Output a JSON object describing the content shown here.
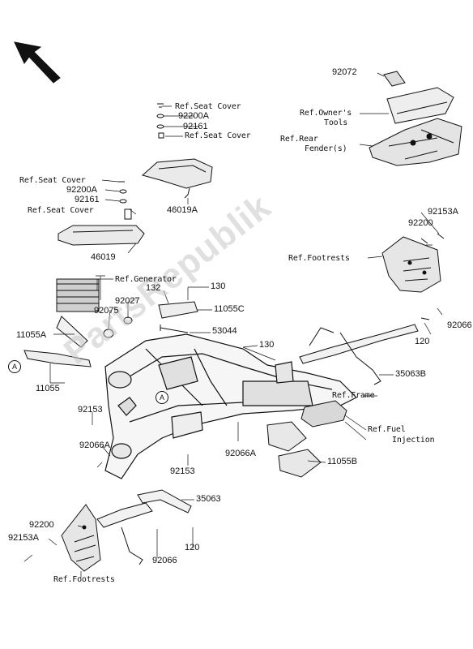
{
  "watermark": "PartsRepublik",
  "callouts": {
    "p92072": "92072",
    "ref_owners_tools": "Ref.Owner's",
    "ref_owners_tools_2": "Tools",
    "ref_rear_fender": "Ref.Rear",
    "ref_rear_fender_2": "Fender(s)",
    "ref_seat_cover_1": "Ref.Seat Cover",
    "p92200A_top": "92200A",
    "p92161_top": "92161",
    "ref_seat_cover_2": "Ref.Seat Cover",
    "p46019A": "46019A",
    "ref_seat_cover_3": "Ref.Seat Cover",
    "p92200A_left": "92200A",
    "p92161_left": "92161",
    "ref_seat_cover_4": "Ref.Seat Cover",
    "p46019": "46019",
    "p92153A_right": "92153A",
    "p92200_right": "92200",
    "ref_footrests_right": "Ref.Footrests",
    "ref_generator": "Ref.Generator",
    "p132": "132",
    "p130_top": "130",
    "p92027": "92027",
    "p11055C": "11055C",
    "p92075": "92075",
    "p53044": "53044",
    "p11055A": "11055A",
    "p130_mid": "130",
    "p120_right": "120",
    "p92066_right": "92066",
    "p11055": "11055",
    "p35063B": "35063B",
    "ref_frame": "Ref.Frame",
    "p92153_left": "92153",
    "ref_fuel_injection": "Ref.Fuel",
    "ref_fuel_injection_2": "Injection",
    "p92066A_left": "92066A",
    "p92066A_mid": "92066A",
    "p11055B": "11055B",
    "p92153_mid": "92153",
    "p35063": "35063",
    "p92200_left": "92200",
    "p92153A_left": "92153A",
    "p120_bottom": "120",
    "p92066_bottom": "92066",
    "ref_footrests_left": "Ref.Footrests",
    "circle_a1": "A",
    "circle_a2": "A"
  }
}
